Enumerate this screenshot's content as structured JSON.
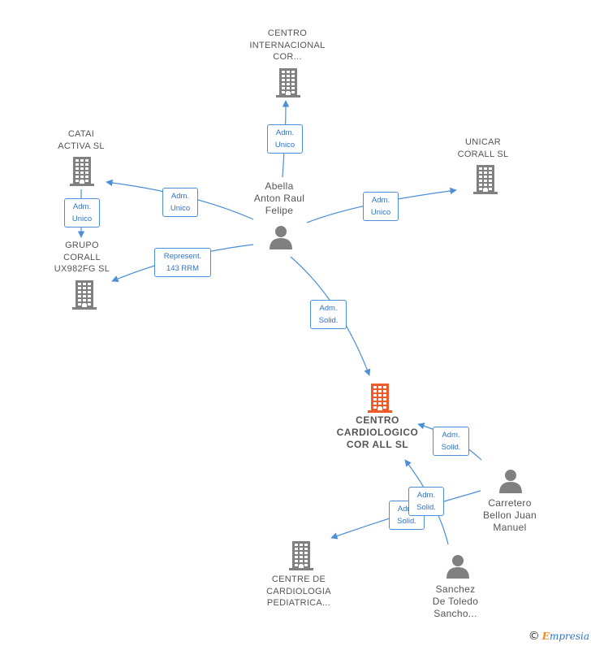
{
  "colors": {
    "edge": "#4a8fd8",
    "building": "#808080",
    "building_main": "#f05a28",
    "person": "#808080"
  },
  "nodes": {
    "centro_internacional": {
      "label": "CENTRO\nINTERNACIONAL\nCOR...",
      "icon": "building-icon"
    },
    "catai_activa": {
      "label": "CATAI\nACTIVA  SL",
      "icon": "building-icon"
    },
    "unicar_corall": {
      "label": "UNICAR\nCORALL  SL",
      "icon": "building-icon"
    },
    "grupo_corall": {
      "label": "GRUPO\nCORALL\nUX982FG  SL",
      "icon": "building-icon"
    },
    "abella": {
      "label": "Abella\nAnton Raul\nFelipe",
      "icon": "person-icon"
    },
    "centro_cardiologico": {
      "label": "CENTRO\nCARDIOLOGICO\nCOR ALL  SL",
      "icon": "building-icon"
    },
    "carretero": {
      "label": "Carretero\nBellon Juan\nManuel",
      "icon": "person-icon"
    },
    "centre_cardiologia": {
      "label": "CENTRE DE\nCARDIOLOGIA\nPEDIATRICA...",
      "icon": "building-icon"
    },
    "sanchez": {
      "label": "Sanchez\nDe Toledo\nSancho...",
      "icon": "person-icon"
    }
  },
  "edge_labels": {
    "abella_centro_internacional": "Adm.\nUnico",
    "abella_catai": "Adm.\nUnico",
    "catai_grupo": "Adm.\nUnico",
    "abella_unicar": "Adm.\nUnico",
    "abella_grupo": "Represent.\n143 RRM",
    "abella_cardiologico": "Adm.\nSolid.",
    "carretero_cardiologico": "Adm.\nSolid.",
    "sanchez_cardiologico": "Adm.\nSolid.",
    "carretero_centre": "Adm.\nSolid."
  },
  "footer": {
    "copyright": "©",
    "brand_e": "E",
    "brand_rest": "mpresia"
  }
}
